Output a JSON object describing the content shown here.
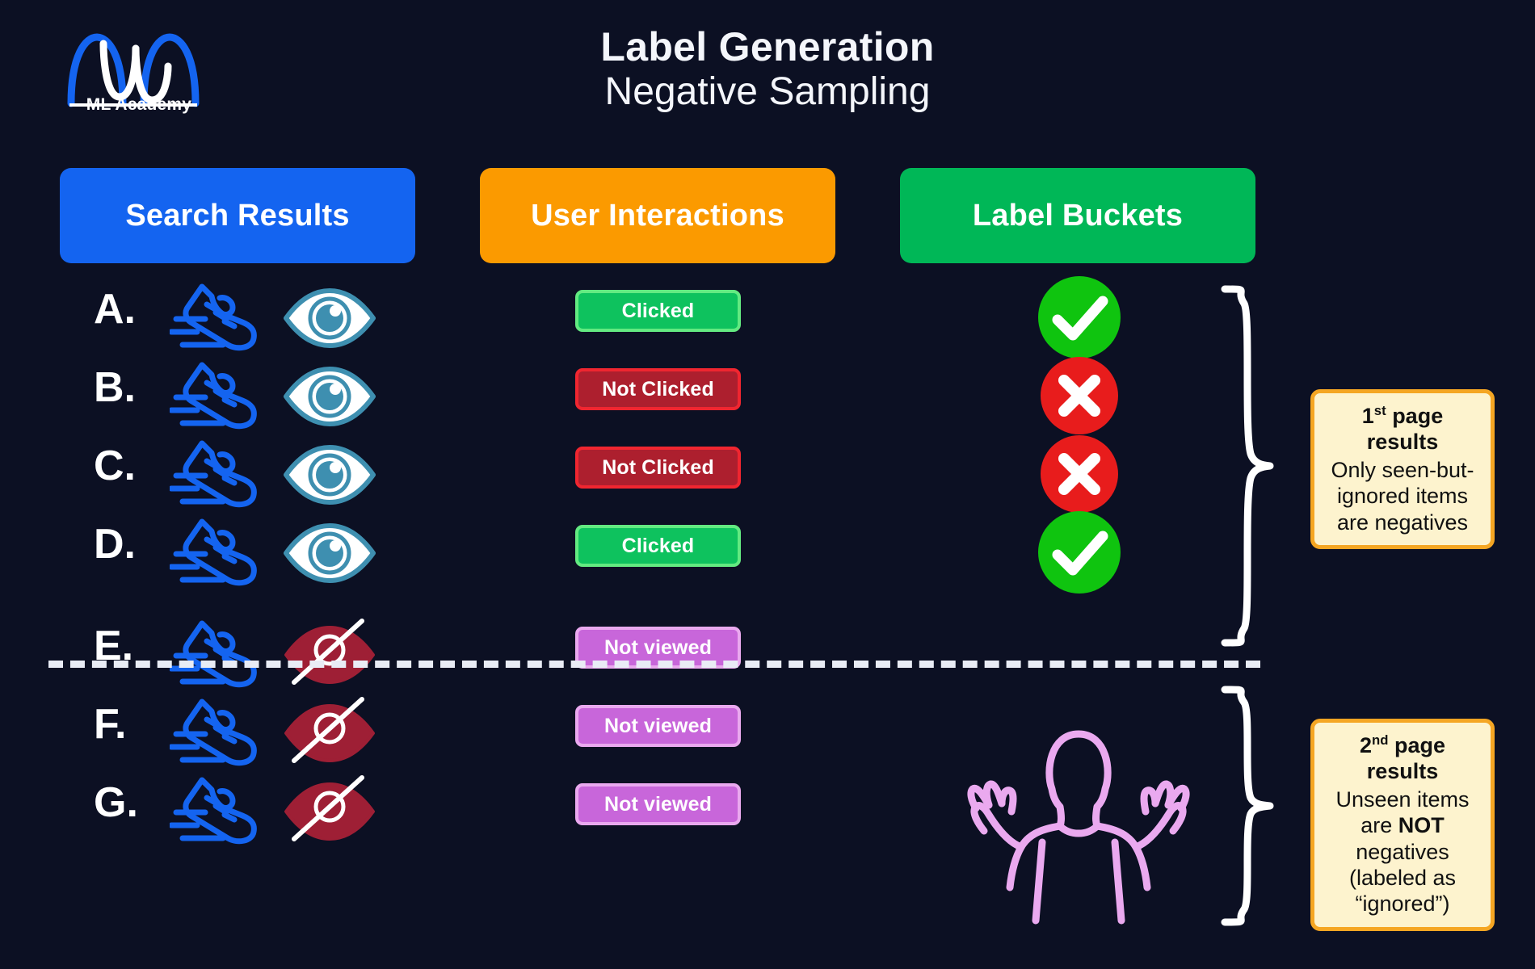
{
  "brand": {
    "name": "ML Academy",
    "logo_icon": "wave-curves-logo",
    "logo_colors": [
      "#1464f0",
      "#ffffff"
    ]
  },
  "title": {
    "main": "Label Generation",
    "sub": "Negative Sampling"
  },
  "columns": [
    {
      "id": "search-results",
      "label": "Search Results",
      "color": "#1464f0"
    },
    {
      "id": "user-interactions",
      "label": "User Interactions",
      "color": "#fb9a00"
    },
    {
      "id": "label-buckets",
      "label": "Label Buckets",
      "color": "#00b757"
    }
  ],
  "rows": [
    {
      "letter": "A.",
      "item_icon": "running-shoe-icon",
      "view_icon": "eye-visible-icon",
      "interaction": "Clicked",
      "interaction_style": "clicked",
      "bucket": "check-circle-icon",
      "bucket_color": "#0fc40f",
      "page": 1
    },
    {
      "letter": "B.",
      "item_icon": "running-shoe-icon",
      "view_icon": "eye-visible-icon",
      "interaction": "Not Clicked",
      "interaction_style": "notclicked",
      "bucket": "cross-circle-icon",
      "bucket_color": "#e81c1c",
      "page": 1
    },
    {
      "letter": "C.",
      "item_icon": "running-shoe-icon",
      "view_icon": "eye-visible-icon",
      "interaction": "Not Clicked",
      "interaction_style": "notclicked",
      "bucket": "cross-circle-icon",
      "bucket_color": "#e81c1c",
      "page": 1
    },
    {
      "letter": "D.",
      "item_icon": "running-shoe-icon",
      "view_icon": "eye-visible-icon",
      "interaction": "Clicked",
      "interaction_style": "clicked",
      "bucket": "check-circle-icon",
      "bucket_color": "#0fc40f",
      "page": 1
    },
    {
      "letter": "E.",
      "item_icon": "running-shoe-icon",
      "view_icon": "eye-hidden-icon",
      "interaction": "Not viewed",
      "interaction_style": "notviewed",
      "bucket": "none",
      "bucket_color": "",
      "page": 2
    },
    {
      "letter": "F.",
      "item_icon": "running-shoe-icon",
      "view_icon": "eye-hidden-icon",
      "interaction": "Not viewed",
      "interaction_style": "notviewed",
      "bucket": "none",
      "bucket_color": "",
      "page": 2
    },
    {
      "letter": "G.",
      "item_icon": "running-shoe-icon",
      "view_icon": "eye-hidden-icon",
      "interaction": "Not viewed",
      "interaction_style": "notviewed",
      "bucket": "none",
      "bucket_color": "",
      "page": 2
    }
  ],
  "divider": {
    "style": "dashed",
    "color": "#e9ecf5"
  },
  "shrug": {
    "icon": "person-shrug-icon",
    "color": "#eaa9ef"
  },
  "callouts": [
    {
      "id": "first-page",
      "title_prefix": "1",
      "title_sup": "st",
      "title_rest": " page results",
      "body": "Only seen-but-ignored items are negatives",
      "bg": "#fdf3ce",
      "border": "#f5a623"
    },
    {
      "id": "second-page",
      "title_prefix": "2",
      "title_sup": "nd",
      "title_rest": " page results",
      "body_part1": "Unseen items are ",
      "body_strong": "NOT",
      "body_part2": " negatives (labeled as “ignored”)",
      "bg": "#fdf3ce",
      "border": "#f5a623"
    }
  ],
  "palette": {
    "background": "#0c1023",
    "shoe": "#1464f0",
    "eye_outline": "#3e8fb0",
    "eye_hidden_fill": "#9e1f35",
    "text": "#ffffff"
  }
}
